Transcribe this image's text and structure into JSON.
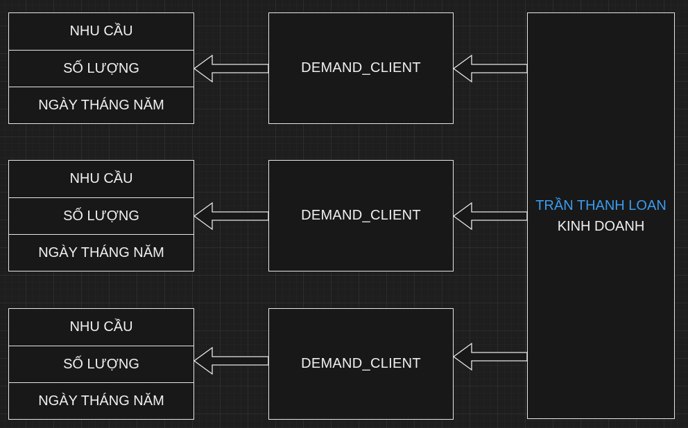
{
  "side_label": {
    "name_highlight": "TRẦN THANH LOAN",
    "suffix": "KINH DOANH",
    "highlight_color": "#3b9cf0"
  },
  "groups": [
    {
      "client": "DEMAND_CLIENT",
      "fields": [
        "NHU CẦU",
        "SỐ LƯỢNG",
        "NGÀY THÁNG NĂM"
      ]
    },
    {
      "client": "DEMAND_CLIENT",
      "fields": [
        "NHU CẦU",
        "SỐ LƯỢNG",
        "NGÀY THÁNG NĂM"
      ]
    },
    {
      "client": "DEMAND_CLIENT",
      "fields": [
        "NHU CẦU",
        "SỐ LƯỢNG",
        "NGÀY THÁNG NĂM"
      ]
    }
  ]
}
